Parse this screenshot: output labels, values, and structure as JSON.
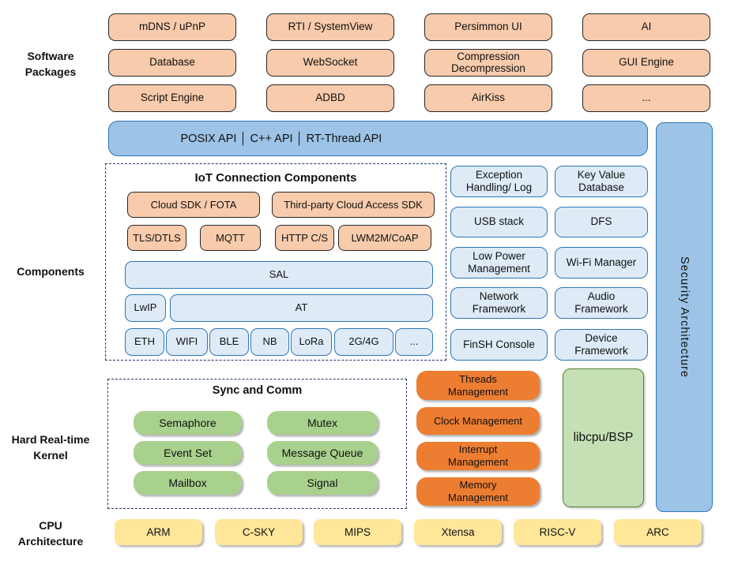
{
  "side_labels": {
    "software": "Software\nPackages",
    "components": "Components",
    "kernel": "Hard Real-time\nKernel",
    "cpu": "CPU\nArchitecture"
  },
  "software_packages": {
    "items": [
      "mDNS / uPnP",
      "RTI / SystemView",
      "Persimmon UI",
      "AI",
      "Database",
      "WebSocket",
      "Compression\nDecompression",
      "GUI Engine",
      "Script Engine",
      "ADBD",
      "AirKiss",
      "..."
    ]
  },
  "api_bar": {
    "label": "POSIX API │ C++ API │ RT-Thread API"
  },
  "iot_components": {
    "title": "IoT Connection Components",
    "cloud_sdk": "Cloud SDK / FOTA",
    "third_party": "Third-party Cloud Access SDK",
    "protocols": [
      "TLS/DTLS",
      "MQTT",
      "HTTP C/S",
      "LWM2M/CoAP"
    ],
    "sal": "SAL",
    "lwip": "LwIP",
    "at": "AT",
    "links": [
      "ETH",
      "WIFI",
      "BLE",
      "NB",
      "LoRa",
      "2G/4G",
      "..."
    ]
  },
  "service_components": {
    "col_a": [
      "Exception\nHandling/ Log",
      "USB stack",
      "Low Power\nManagement",
      "Network\nFramework",
      "FinSH Console"
    ],
    "col_b": [
      "Key Value\nDatabase",
      "DFS",
      "Wi-Fi Manager",
      "Audio\nFramework",
      "Device\nFramework"
    ]
  },
  "security": {
    "label": "Security Architecture"
  },
  "kernel": {
    "sync_title": "Sync and Comm",
    "sync_items": [
      "Semaphore",
      "Mutex",
      "Event Set",
      "Message Queue",
      "Mailbox",
      "Signal"
    ],
    "management": [
      "Threads\nManagement",
      "Clock Management",
      "Interrupt\nManagement",
      "Memory\nManagement"
    ],
    "libcpu": "libcpu/BSP"
  },
  "cpu_architectures": [
    "ARM",
    "C-SKY",
    "MIPS",
    "Xtensa",
    "RISC-V",
    "ARC"
  ],
  "colors": {
    "package_fill": "#F8CBAD",
    "api_fill": "#9DC3E6",
    "api_border": "#2E75B6",
    "component_fill": "#DEEBF7",
    "kernel_green": "#A9D18E",
    "management_orange": "#ED7D31",
    "libcpu_fill": "#C5E0B4",
    "cpu_fill": "#FFE699",
    "dashed_border": "#1F3864"
  }
}
